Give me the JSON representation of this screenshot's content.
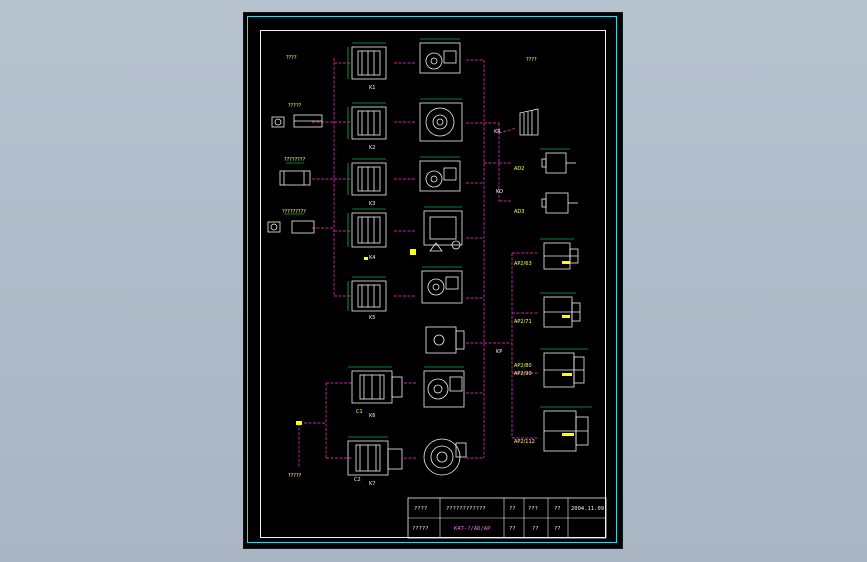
{
  "labels": {
    "group_top": "????",
    "group_bottom": "?????",
    "motor_group": "????",
    "a1_sub": "?????",
    "a2_sub": "????????",
    "a3_sub": "?????????",
    "k1": "K1",
    "k2": "K2",
    "k3": "K3",
    "k4": "K4",
    "k5": "K5",
    "k6": "K6",
    "k7": "K7",
    "ko": "KO",
    "kp": "KP",
    "kr": "KR",
    "ad2": "AD2",
    "ad3": "AD3",
    "ap2_63": "AP2/63",
    "ap2_71": "AP2/71",
    "ap2_80": "AP2/80",
    "ap2_90": "AP2/90",
    "ap2_112": "AP2/112",
    "c1": "C1",
    "c2": "C2"
  },
  "title_block": {
    "r1c1": "????",
    "r1c2": "????????????",
    "r1c3": "??",
    "r1c4": "???",
    "r1c5": "??",
    "r1c6": "2004.11.09",
    "r2c1": "?????",
    "r2c2": "K47-?/AD/AP",
    "r2c3": "??",
    "r2c4": "??",
    "r2c5": "??"
  },
  "colors": {
    "sheet": "#000000",
    "frame": "#2fd8e4",
    "drawing": "#f2f2f2",
    "link": "#ff33cc",
    "accent": "#00ff66",
    "text": "#ffff66"
  }
}
